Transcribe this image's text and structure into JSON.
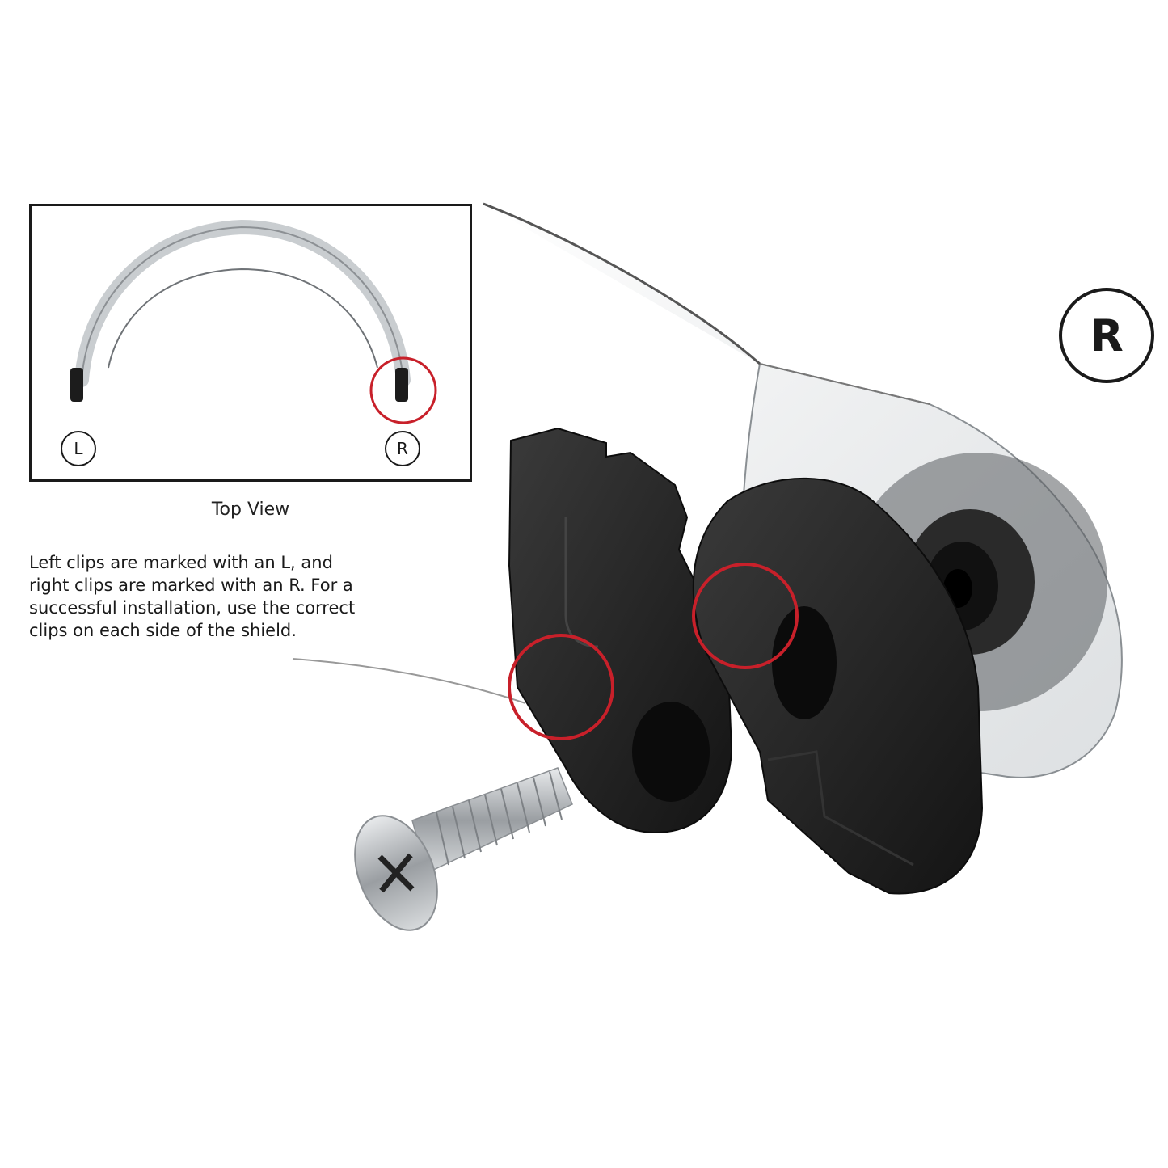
{
  "inset": {
    "left_marker": "L",
    "right_marker": "R",
    "caption": "Top View"
  },
  "description": "Left clips are marked with an L, and right clips are marked with an R. For a successful installation, use the correct clips on each side of the shield.",
  "main_marker": "R",
  "colors": {
    "highlight_ring": "#c8202a",
    "clip_body": "#1c1c1c",
    "shield": "#d9dde0",
    "screw": "#b8bcc0"
  }
}
